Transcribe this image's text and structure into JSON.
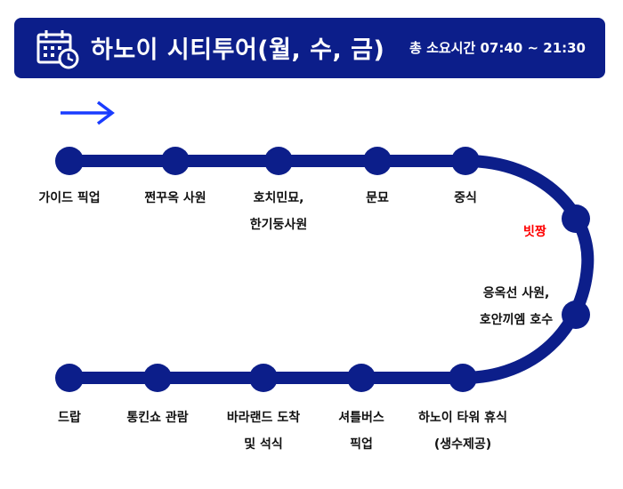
{
  "header": {
    "icon": "calendar-clock-icon",
    "title": "하노이 시티투어(월, 수, 금)",
    "duration": "총 소요시간 07:40 ~ 21:30"
  },
  "direction_icon": "right-arrow-icon",
  "colors": {
    "primary": "#0c1e8a",
    "line": "#0c1e8a",
    "note": "#ff0000",
    "arrow": "#1a3cff"
  },
  "stops": [
    {
      "lines": [
        "가이드 픽업"
      ]
    },
    {
      "lines": [
        "쩐꾸옥 사원"
      ]
    },
    {
      "lines": [
        "호치민묘,",
        "한기둥사원"
      ]
    },
    {
      "lines": [
        "문묘"
      ]
    },
    {
      "lines": [
        "중식"
      ]
    },
    {
      "lines": []
    },
    {
      "lines": [
        "응옥선 사원,",
        "호안끼엠 호수"
      ]
    },
    {
      "lines": [
        "하노이 타워 휴식",
        "(생수제공)"
      ]
    },
    {
      "lines": [
        "셔틀버스",
        "픽업"
      ]
    },
    {
      "lines": [
        "바라랜드 도착",
        "및 석식"
      ]
    },
    {
      "lines": [
        "통킨쇼 관람"
      ]
    },
    {
      "lines": [
        "드랍"
      ]
    }
  ],
  "notes": {
    "traffic_jam": "빗짱"
  }
}
